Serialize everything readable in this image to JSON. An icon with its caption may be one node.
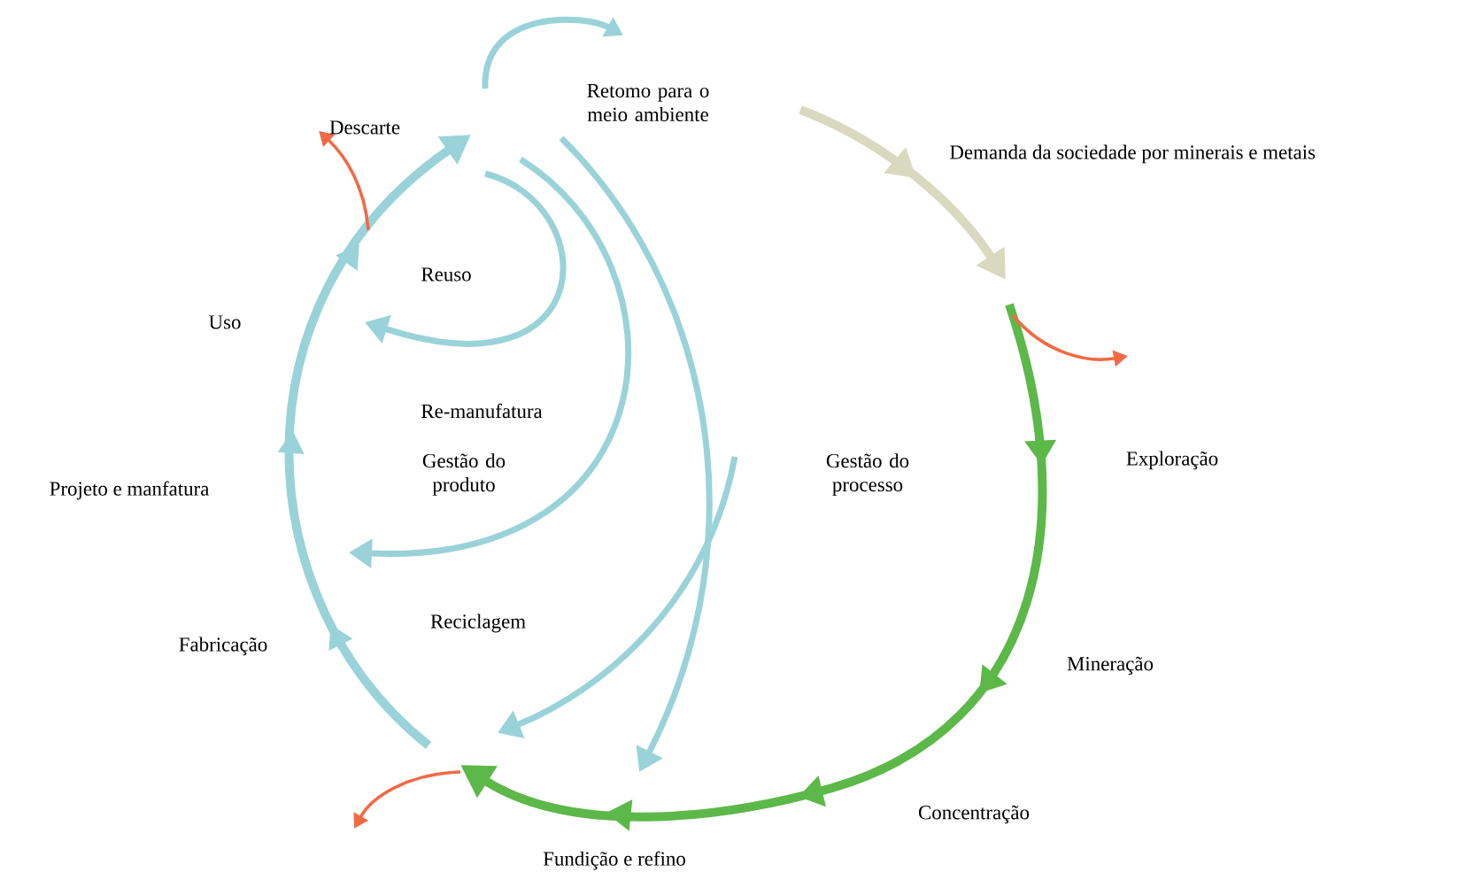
{
  "diagram": {
    "labels": [
      "Retomo para o meio ambiente",
      "Demanda da sociedade por minerais e metais",
      "Descarte",
      "Reuso",
      "Uso",
      "Re-manufatura",
      "Gestão do produto",
      "Gestão do processo",
      "Exploração",
      "Projeto e manfatura",
      "Reciclagem",
      "Fabricação",
      "Mineração",
      "Concentração",
      "Fundição e refino"
    ]
  }
}
